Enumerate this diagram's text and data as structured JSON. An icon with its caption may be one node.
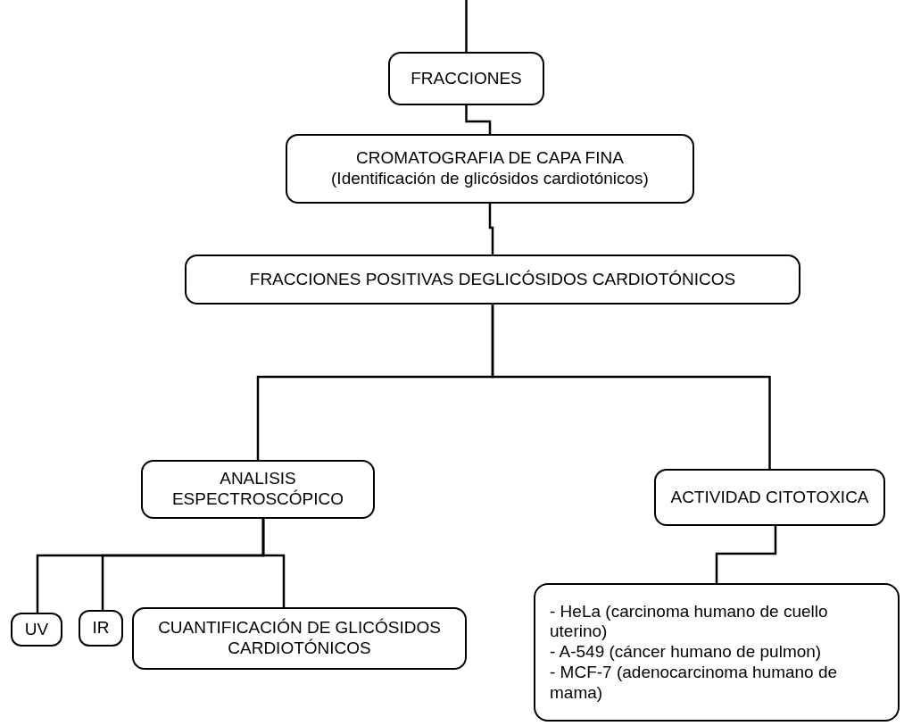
{
  "diagram": {
    "nodes": [
      {
        "text": [
          "FRACCIONES"
        ]
      },
      {
        "text": [
          "CROMATOGRAFIA DE CAPA FINA",
          "(Identificación de glicósidos cardiotónicos)"
        ]
      },
      {
        "text": [
          "FRACCIONES POSITIVAS DEGLICÓSIDOS CARDIOTÓNICOS"
        ]
      },
      {
        "text": [
          "ANALISIS ESPECTROSCÓPICO"
        ]
      },
      {
        "text": [
          "ACTIVIDAD CITOTOXICA"
        ]
      },
      {
        "text": [
          "UV"
        ]
      },
      {
        "text": [
          "IR"
        ]
      },
      {
        "text": [
          "CUANTIFICACIÓN DE GLICÓSIDOS CARDIOTÓNICOS"
        ]
      },
      {
        "text": [
          "- HeLa (carcinoma humano de cuello uterino)",
          "- A-549 (cáncer  humano de pulmon)",
          "- MCF-7 (adenocarcinoma humano de mama)"
        ]
      }
    ],
    "edges": [
      {
        "from": null,
        "to": 0,
        "arrow": "none"
      },
      {
        "from": 0,
        "to": 1,
        "arrow": "none"
      },
      {
        "from": 1,
        "to": 2,
        "arrow": "none"
      },
      {
        "from": 2,
        "to": 3,
        "arrow": "none"
      },
      {
        "from": 2,
        "to": 4,
        "arrow": "none"
      },
      {
        "from": 3,
        "to": 5,
        "arrow": "none"
      },
      {
        "from": 3,
        "to": 6,
        "arrow": "none"
      },
      {
        "from": 3,
        "to": 7,
        "arrow": "none"
      },
      {
        "from": 4,
        "to": 8,
        "arrow": "none"
      }
    ]
  }
}
